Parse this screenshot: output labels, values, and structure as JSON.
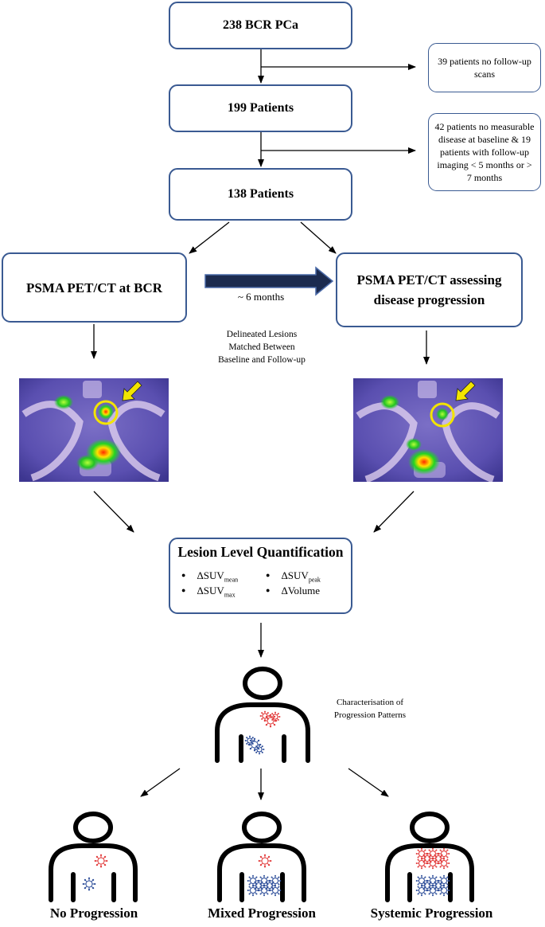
{
  "flow": {
    "cohort": "238 BCR PCa",
    "excluded_1": "39 patients no follow-up scans",
    "after_1": "199 Patients",
    "excluded_2": "42 patients no measurable disease at baseline & 19 patients with follow-up imaging < 5 months or > 7 months",
    "after_2": "138 Patients"
  },
  "imaging": {
    "baseline": "PSMA PET/CT at BCR",
    "followup": "PSMA PET/CT assessing disease progression",
    "interval": "~ 6 months",
    "matching_note": "Delineated Lesions Matched Between Baseline and Follow-up"
  },
  "quantification": {
    "title": "Lesion Level Quantification",
    "metrics": [
      {
        "base": "ΔSUV",
        "sub": "mean"
      },
      {
        "base": "ΔSUV",
        "sub": "max"
      },
      {
        "base": "ΔSUV",
        "sub": "peak"
      },
      {
        "base": "ΔVolume",
        "sub": ""
      }
    ]
  },
  "characterisation": "Characterisation of Progression Patterns",
  "outcomes": [
    "No Progression",
    "Mixed Progression",
    "Systemic Progression"
  ],
  "colors": {
    "box_border": "#3a5a92",
    "arrow_fill": "#1c2b4f",
    "lesion_red": "#e23b3b",
    "lesion_blue": "#2f4f9a",
    "highlight_ring": "#f2e400"
  }
}
